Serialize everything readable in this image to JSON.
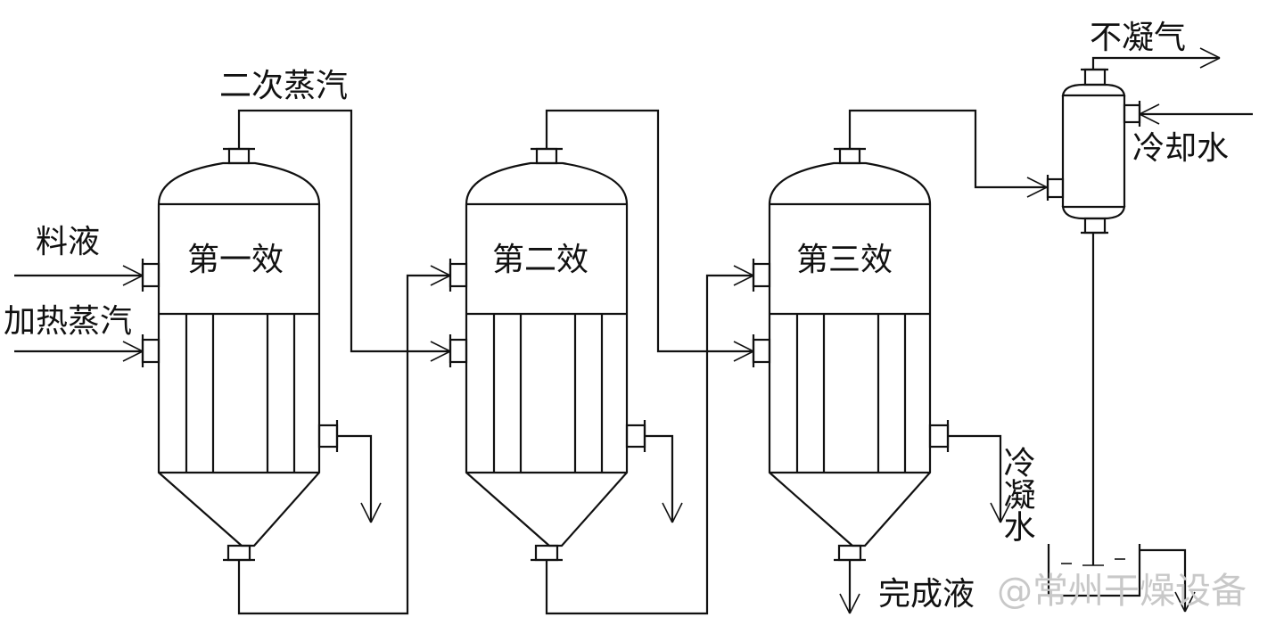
{
  "title": "三效蒸发流程示意图",
  "labels": {
    "secondary_steam": "二次蒸汽",
    "feed_liquid": "料液",
    "heating_steam": "加热蒸汽",
    "effect_1": "第一效",
    "effect_2": "第二效",
    "effect_3": "第三效",
    "non_condensable_gas": "不凝气",
    "cooling_water": "冷却水",
    "condensate_water": "冷凝水",
    "finished_liquid": "完成液"
  },
  "watermark": "@常州干燥设备",
  "colors": {
    "line": "#111111",
    "background": "#ffffff",
    "watermark": "#c8c8c8"
  }
}
